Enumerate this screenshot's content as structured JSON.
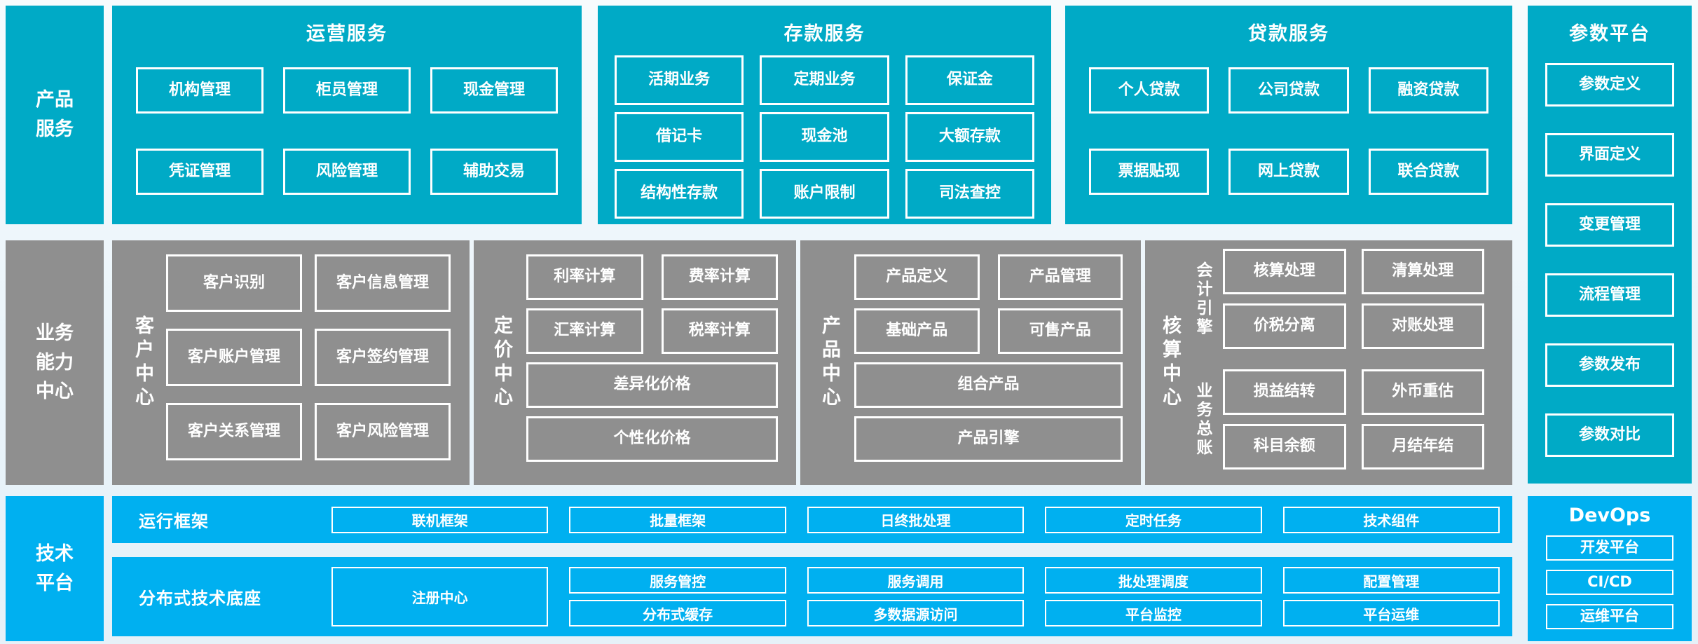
{
  "palette": {
    "teal": "#00AAC6",
    "blue": "#00B0F0",
    "gray": "#8F8F8F",
    "text": "#FFFFFF",
    "background": "#EAF4FA"
  },
  "left_rail": {
    "product_services": "产品\n服务",
    "business_capability": "业务\n能力\n中心",
    "tech_platform": "技术\n平台"
  },
  "top": {
    "ops": {
      "title": "运营服务",
      "boxes": [
        "机构管理",
        "柜员管理",
        "现金管理",
        "凭证管理",
        "风险管理",
        "辅助交易"
      ]
    },
    "deposit": {
      "title": "存款服务",
      "boxes": [
        "活期业务",
        "定期业务",
        "保证金",
        "借记卡",
        "现金池",
        "大额存款",
        "结构性存款",
        "账户限制",
        "司法查控"
      ]
    },
    "loan": {
      "title": "贷款服务",
      "boxes": [
        "个人贷款",
        "公司贷款",
        "融资贷款",
        "票据贴现",
        "网上贷款",
        "联合贷款"
      ]
    },
    "param": {
      "title": "参数平台",
      "boxes": [
        "参数定义",
        "界面定义",
        "变更管理",
        "流程管理",
        "参数发布",
        "参数对比"
      ]
    }
  },
  "middle": {
    "customer": {
      "title": "客户中心",
      "boxes": [
        "客户识别",
        "客户信息管理",
        "客户账户管理",
        "客户签约管理",
        "客户关系管理",
        "客户风险管理"
      ]
    },
    "pricing": {
      "title": "定价中心",
      "boxes": [
        "利率计算",
        "费率计算",
        "汇率计算",
        "税率计算"
      ],
      "wide_boxes": [
        "差异化价格",
        "个性化价格"
      ]
    },
    "product": {
      "title": "产品中心",
      "boxes": [
        "产品定义",
        "产品管理",
        "基础产品",
        "可售产品"
      ],
      "wide_boxes": [
        "组合产品",
        "产品引擎"
      ]
    },
    "accounting": {
      "title": "核算中心",
      "groups": [
        {
          "label": "会计引擎",
          "boxes": [
            "核算处理",
            "清算处理",
            "价税分离",
            "对账处理"
          ]
        },
        {
          "label": "业务总账",
          "boxes": [
            "损益结转",
            "外币重估",
            "科目余额",
            "月结年结"
          ]
        }
      ]
    }
  },
  "bottom": {
    "runtime": {
      "label": "运行框架",
      "boxes": [
        "联机框架",
        "批量框架",
        "日终批处理",
        "定时任务",
        "技术组件"
      ]
    },
    "distributed": {
      "label": "分布式技术底座",
      "registry": "注册中心",
      "row1": [
        "服务管控",
        "服务调用",
        "批处理调度",
        "配置管理"
      ],
      "row2": [
        "分布式缓存",
        "多数据源访问",
        "平台监控",
        "平台运维"
      ]
    },
    "devops": {
      "title": "DevOps",
      "boxes": [
        "开发平台",
        "CI/CD",
        "运维平台"
      ]
    }
  }
}
